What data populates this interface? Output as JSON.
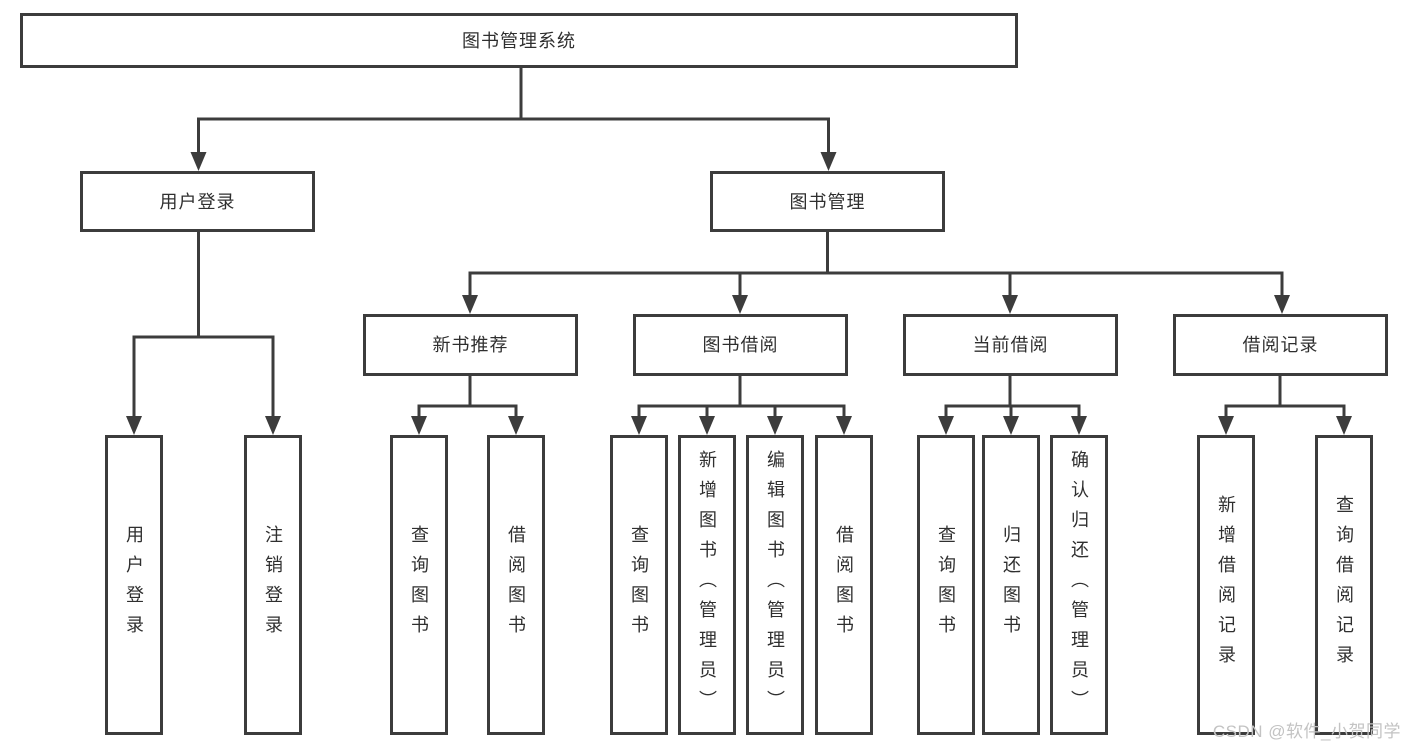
{
  "colors": {
    "line": "#3c3c3c",
    "box_border": "#3c3c3c",
    "text": "#2f2f2f",
    "background": "#ffffff",
    "watermark": "#c3c3c3"
  },
  "watermark": "CSDN @软件_小贺同学",
  "diagram": {
    "title": "图书管理系统",
    "level2": {
      "user_login": "用户登录",
      "book_management": "图书管理"
    },
    "level3": {
      "new_book_recommend": "新书推荐",
      "book_borrow": "图书借阅",
      "current_borrow": "当前借阅",
      "borrow_record": "借阅记录"
    },
    "leaves": {
      "user_login": {
        "login": "用户登录",
        "logout": "注销登录"
      },
      "new_book_recommend": {
        "query": "查询图书",
        "borrow": "借阅图书"
      },
      "book_borrow": {
        "query": "查询图书",
        "add": "新增图书（管理员）",
        "edit": "编辑图书（管理员）",
        "borrow": "借阅图书"
      },
      "current_borrow": {
        "query": "查询图书",
        "return": "归还图书",
        "confirm_return": "确认归还（管理员）"
      },
      "borrow_record": {
        "add": "新增借阅记录",
        "query": "查询借阅记录"
      }
    }
  }
}
